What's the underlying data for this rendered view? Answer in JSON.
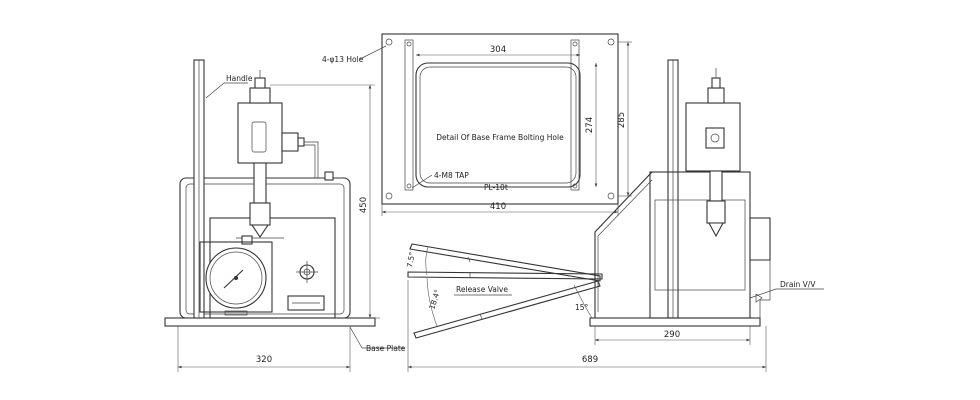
{
  "labels": {
    "handle": "Handle",
    "holes": "4-φ13 Hole",
    "detail": "Detail Of Base Frame Bolting Hole",
    "tap": "4-M8 TAP",
    "plate": "PL-10t",
    "release_valve": "Release Valve",
    "drain": "Drain V/V",
    "base_plate": "Base Plate"
  },
  "dimensions": {
    "front_width": "320",
    "front_height": "450",
    "plate_inner_width": "304",
    "plate_inner_height": "274",
    "plate_outer_height": "285",
    "plate_outer_width": "410",
    "side_base_width": "290",
    "overall_length": "689"
  },
  "angles": {
    "upper_handle": "7.5°",
    "lower_handle": "18.4°",
    "valve_tilt": "15°"
  }
}
